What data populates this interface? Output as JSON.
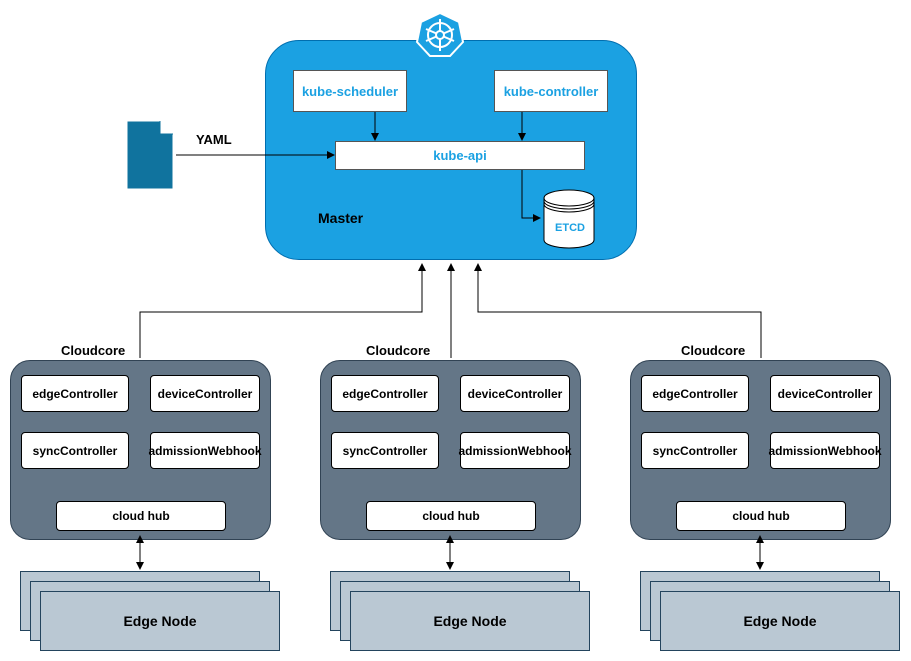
{
  "master": {
    "label": "Master",
    "scheduler": "kube-scheduler",
    "controller": "kube-controller",
    "api": "kube-api",
    "etcd": "ETCD"
  },
  "yaml_label": "YAML",
  "logo_icon": "kubernetes-helm-icon",
  "colors": {
    "master": "#1ba1e2",
    "cloudcore": "#647687",
    "edge_node": "#bac8d3",
    "document": "#10739e"
  },
  "clusters": [
    {
      "label": "Cloudcore",
      "edge": "edgeController",
      "device": "deviceController",
      "sync": "syncController",
      "admission": "admissionWebhook",
      "hub": "cloud hub",
      "node": "Edge Node"
    },
    {
      "label": "Cloudcore",
      "edge": "edgeController",
      "device": "deviceController",
      "sync": "syncController",
      "admission": "admissionWebhook",
      "hub": "cloud hub",
      "node": "Edge Node"
    },
    {
      "label": "Cloudcore",
      "edge": "edgeController",
      "device": "deviceController",
      "sync": "syncController",
      "admission": "admissionWebhook",
      "hub": "cloud hub",
      "node": "Edge Node"
    }
  ]
}
